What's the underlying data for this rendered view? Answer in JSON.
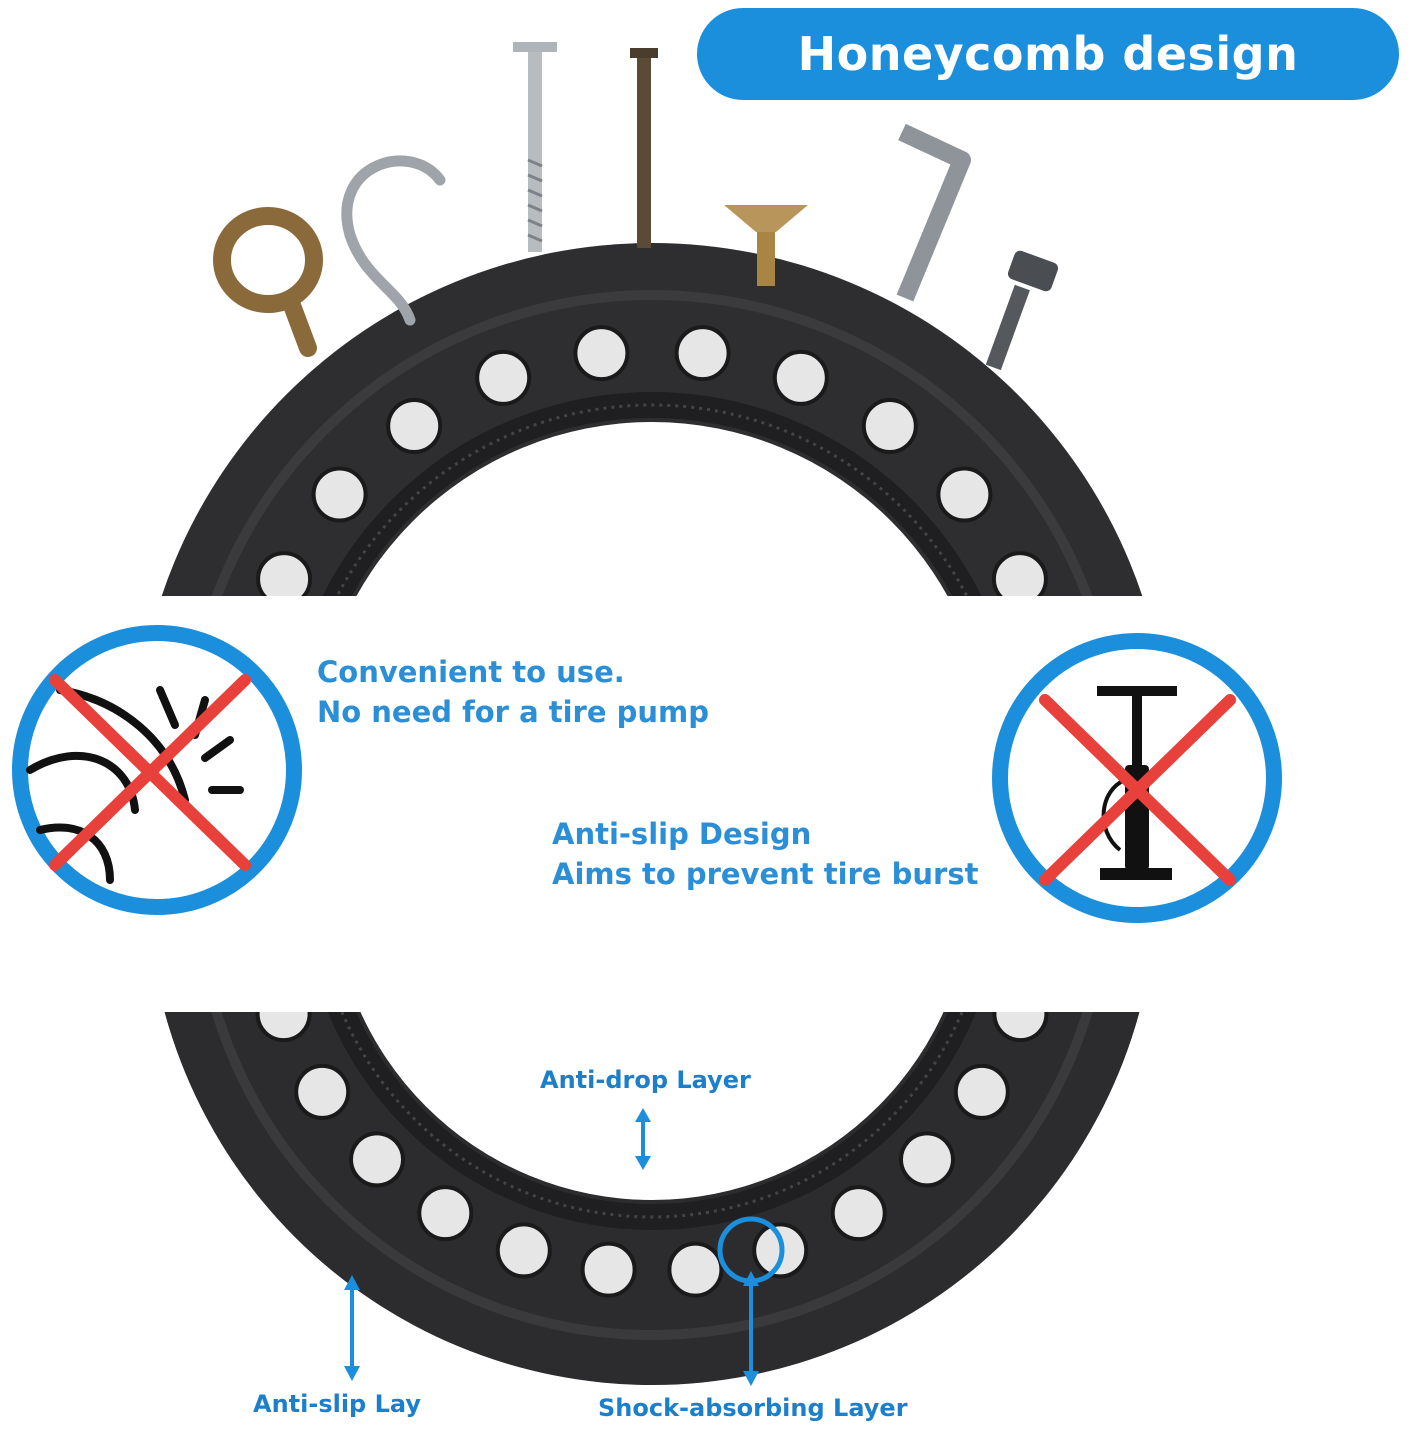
{
  "title": "Honeycomb design",
  "features": {
    "left_line1": "Convenient to use.",
    "left_line2": "No need for a tire pump",
    "right_line1": "Anti-slip Design",
    "right_line2": "Aims to prevent tire burst"
  },
  "labels": {
    "anti_drop": "Anti-drop Layer",
    "anti_slip": "Anti-slip Lay",
    "shock": "Shock-absorbing Layer"
  },
  "colors": {
    "accent": "#1b8fdc",
    "text_blue": "#2a8fd6",
    "cross_red": "#e8403a",
    "tire": "#2c2c2e"
  },
  "icons": {
    "left": "no-puncture-icon",
    "right": "no-pump-icon"
  }
}
